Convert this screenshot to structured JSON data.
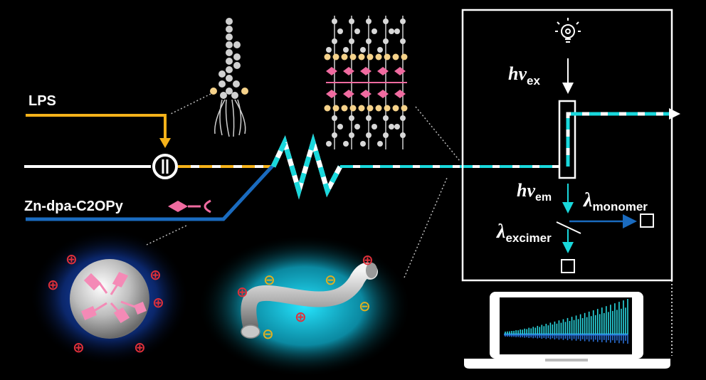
{
  "labels": {
    "lps": "LPS",
    "probe": "Zn-dpa-C2OPy"
  },
  "optics": {
    "hv": "hv",
    "ex_sub": "ex",
    "em_sub": "em",
    "lambda": "λ",
    "monomer_sub": "monomer",
    "excimer_sub": "excimer"
  },
  "charges": {
    "positive": "⊕",
    "negative": "⊖"
  },
  "icons": [
    "light-bulb-icon",
    "laptop-icon",
    "detector-icon"
  ],
  "colors": {
    "lps_line": "#f5b21a",
    "probe_line": "#1a6bbf",
    "fluor": "#19d8dc",
    "pink": "#f06ba0",
    "positive": "#e0303a",
    "negative": "#e0b020",
    "spectrum_monomer": "#2a6fd6",
    "spectrum_excimer": "#2ad8e0"
  }
}
